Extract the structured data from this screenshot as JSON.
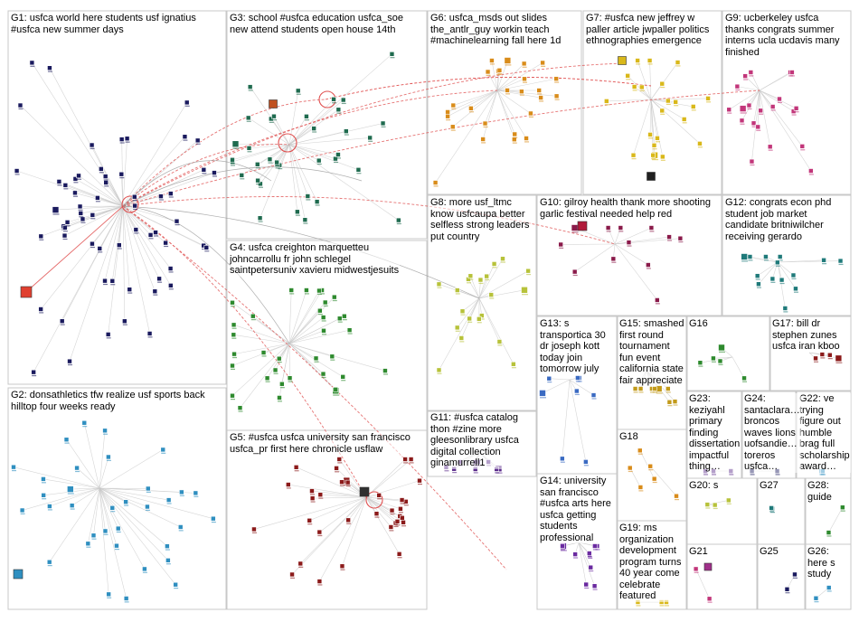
{
  "groups": [
    {
      "id": "G1",
      "label": "G1: usfca world here students usf ignatius\n#usfca new summer days"
    },
    {
      "id": "G2",
      "label": "G2: donsathletics tfw realize usf sports back\nhilltop four weeks ready"
    },
    {
      "id": "G3",
      "label": "G3: school #usfca education usfca_soe\nnew attend students open house 14th"
    },
    {
      "id": "G4",
      "label": "G4: usfca creighton marquetteu\njohncarrollu fr john schlegel\nsaintpetersuniv xavieru midwestjesuits"
    },
    {
      "id": "G5",
      "label": "G5: #usfca usfca university san francisco\nusfca_pr first here chronicle usflaw"
    },
    {
      "id": "G6",
      "label": "G6: usfca_msds out slides\nthe_antlr_guy workin teach\n#machinelearning fall here 1d"
    },
    {
      "id": "G7",
      "label": "G7: #usfca new jeffrey w\npaller article jwpaller politics\nethnographies emergence"
    },
    {
      "id": "G8",
      "label": "G8: more usf_ltmc\nknow usfcaupa better\nselfless strong leaders\nput country"
    },
    {
      "id": "G9",
      "label": "G9: ucberkeley usfca\nthanks congrats summer\ninterns ucla ucdavis many\nfinished"
    },
    {
      "id": "G10",
      "label": "G10: gilroy health thank more shooting\ngarlic festival needed help red"
    },
    {
      "id": "G11",
      "label": "G11: #usfca catalog\nthon #zine more\ngleesonlibrary usfca\ndigital collection\nginamurrell1"
    },
    {
      "id": "G12",
      "label": "G12: congrats econ phd\nstudent job market\ncandidate britniwilcher\nreceiving gerardo"
    },
    {
      "id": "G13",
      "label": "G13: s\ntransportica 30\ndr joseph kott\ntoday join\ntomorrow july"
    },
    {
      "id": "G14",
      "label": "G14: university\nsan francisco\n#usfca arts here\nusfca getting\nstudents\nprofessional"
    },
    {
      "id": "G15",
      "label": "G15: smashed\nfirst round\ntournament\nfun event\ncalifornia state\nfair appreciate"
    },
    {
      "id": "G16",
      "label": "G16"
    },
    {
      "id": "G17",
      "label": "G17: bill dr\nstephen zunes\nusfca iran kboo"
    },
    {
      "id": "G18",
      "label": "G18"
    },
    {
      "id": "G19",
      "label": "G19: ms\norganization\ndevelopment\nprogram turns\n40 year come\ncelebrate\nfeatured"
    },
    {
      "id": "G20",
      "label": "G20: s"
    },
    {
      "id": "G21",
      "label": "G21"
    },
    {
      "id": "G22",
      "label": "G22: ve\ntrying\nfigure out\nhumble\nbrag full\nscholarship\naward…"
    },
    {
      "id": "G23",
      "label": "G23:\nkeziyahl\nprimary\nfinding\ndissertation\nimpactful\nthing…"
    },
    {
      "id": "G24",
      "label": "G24:\nsantaclara…\nbroncos\nwaves lions\nuofsandie…\ntoreros\nusfca…"
    },
    {
      "id": "G25",
      "label": "G25"
    },
    {
      "id": "G26",
      "label": "G26:\nhere s\nstudy"
    },
    {
      "id": "G27",
      "label": "G27"
    },
    {
      "id": "G28",
      "label": "G28:\nguide"
    }
  ],
  "colors": {
    "G1": "#1a1a5e",
    "G2": "#2f8fc0",
    "G3": "#1f6b4f",
    "G4": "#2e8a2e",
    "G5": "#8b1a1a",
    "G6": "#d98c1a",
    "G7": "#d9b81a",
    "G8": "#b7c23a",
    "G9": "#c2367a",
    "G10": "#8a1a4a",
    "G11": "#5a2a8a",
    "G12": "#1f7a7a",
    "G13": "#3a6ac2",
    "G14": "#6a2aa0",
    "G15": "#c29a1a",
    "G16": "#2e8a2e",
    "G17": "#8b1a1a",
    "G18": "#d98c1a",
    "G19": "#d9b81a",
    "G20": "#b7c23a",
    "G21": "#c2367a",
    "G22": "#2f8fc0",
    "G23": "#5a2a8a",
    "G24": "#1a1a5e",
    "G25": "#1a1a5e",
    "G26": "#2f8fc0",
    "G27": "#1f7a7a",
    "G28": "#2e8a2e",
    "edge": "#c8c8c8",
    "cross_edge": "#e05050"
  }
}
